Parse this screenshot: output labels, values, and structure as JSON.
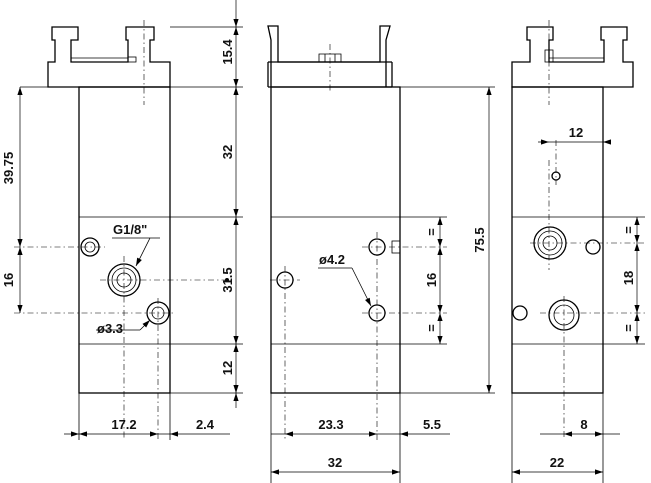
{
  "front_view": {
    "dims": {
      "d_15_4": "15.4",
      "d_32": "32",
      "d_31_5": "31.5",
      "d_12": "12",
      "d_39_75": "39.75",
      "d_16": "16",
      "d_17_2": "17.2",
      "d_2_4": "2.4"
    },
    "labels": {
      "thread": "G1/8\"",
      "hole_dia": "ø3.3"
    }
  },
  "side_view": {
    "dims": {
      "d_75_5": "75.5",
      "d_16": "16",
      "d_23_3": "23.3",
      "d_5_5": "5.5",
      "d_32": "32",
      "eq_top": "=",
      "eq_bottom": "="
    },
    "labels": {
      "hole_dia": "ø4.2"
    }
  },
  "right_view": {
    "dims": {
      "d_12": "12",
      "d_18": "18",
      "d_8": "8",
      "d_22": "22",
      "eq_top": "=",
      "eq_bottom": "="
    }
  }
}
